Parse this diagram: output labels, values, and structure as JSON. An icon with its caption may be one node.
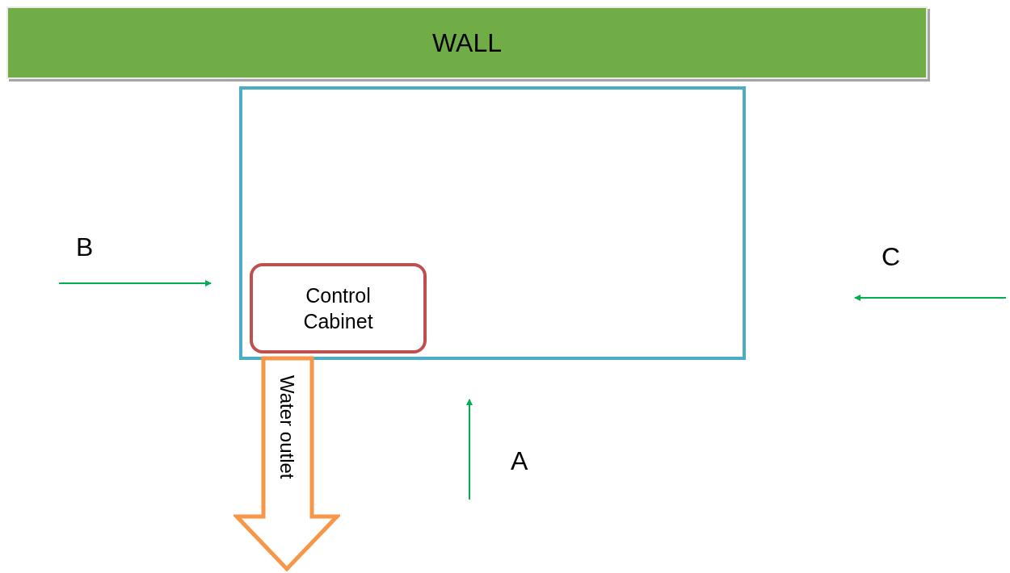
{
  "diagram": {
    "nodes": [
      {
        "text": [
          "WALL"
        ]
      },
      {
        "text": [],
        "shape": "box"
      },
      {
        "text": [
          "Control Cabinet"
        ],
        "in": 1
      },
      {
        "text": [
          "Water outlet"
        ]
      }
    ],
    "labels": [
      "B",
      "C",
      "A"
    ]
  }
}
